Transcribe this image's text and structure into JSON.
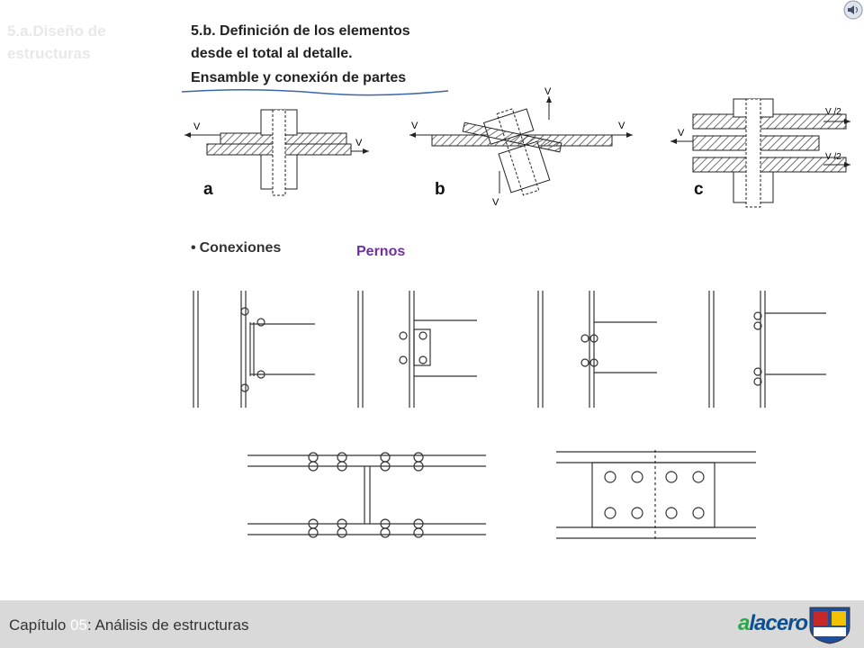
{
  "section_label": "5.a.Diseño de estructuras",
  "title_line1": "5.b. Definición de los elementos",
  "title_line2": "desde el total al detalle.",
  "subtitle": "Ensamble y conexión de partes",
  "figure_letters": {
    "a": "a",
    "b": "b",
    "c": "c"
  },
  "bullet_text": "Conexiones",
  "bullet_symbol": "•",
  "pernos_label": "Pernos",
  "footer": {
    "prefix": "Capítulo ",
    "chapter_num": "05",
    "suffix": ": Análisis de estructuras"
  },
  "logo_text": {
    "a_part": "a",
    "rest": "lacero"
  },
  "icons": [
    "speaker-icon",
    "university-crest-icon"
  ]
}
